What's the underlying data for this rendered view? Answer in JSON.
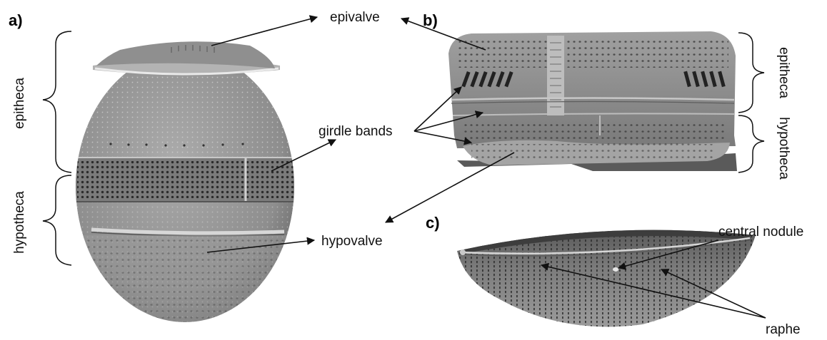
{
  "panels": {
    "a": "a)",
    "b": "b)",
    "c": "c)"
  },
  "labels": {
    "epivalve": "epivalve",
    "girdle_bands": "girdle bands",
    "hypovalve": "hypovalve",
    "epitheca_a": "epitheca",
    "hypotheca_a": "hypotheca",
    "epitheca_b": "epitheca",
    "hypotheca_b": "hypotheca",
    "central_nodule": "central nodule",
    "raphe": "raphe"
  },
  "colors": {
    "shell_light": "#a6a6a6",
    "shell_mid": "#8c8c8c",
    "shell_dark": "#5f5f5f",
    "pore": "#2b2b2b",
    "text": "#111111"
  }
}
